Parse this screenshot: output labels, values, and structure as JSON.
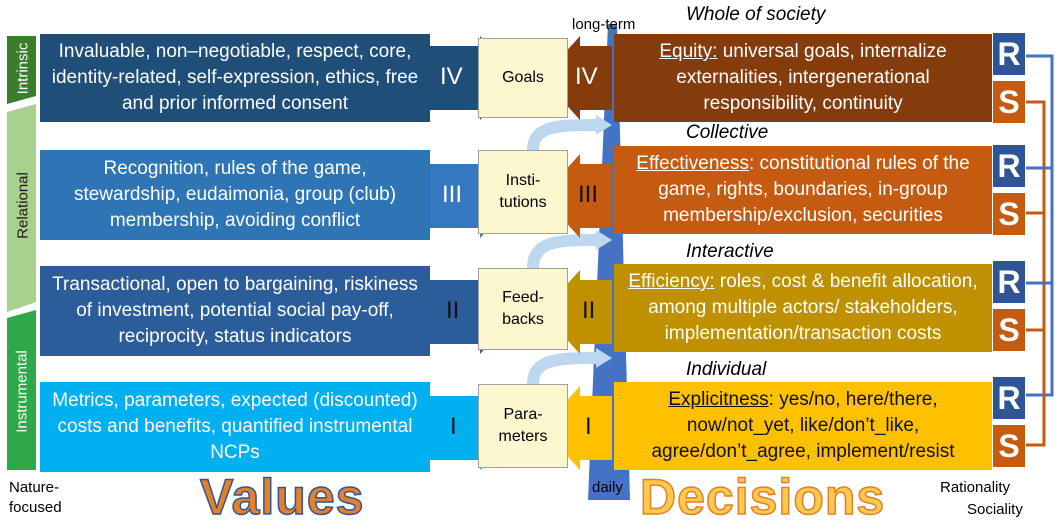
{
  "colors": {
    "intrinsic_tab": "#2f6f2f",
    "relational_tab": "#a9d18e",
    "instrumental_tab": "#1e9a3e",
    "value_1": "#0b6fa8",
    "value_2": "#2a5d9a",
    "value_3": "#3578c0",
    "value_4": "#1f4e79",
    "intermediate_fill": "#fcf7cf",
    "decision_1": "#ffb000",
    "decision_2": "#bf9000",
    "decision_3": "#c55a11",
    "decision_4": "#843c0c",
    "rationality": "#2f5597",
    "sociality": "#c55a11",
    "timeline": "#4472c4",
    "values_word": "#e3802a",
    "decisions_word": "#ffc94d"
  },
  "value_types": {
    "intrinsic": "Intrinsic",
    "relational": "Relational",
    "instrumental": "Instrumental"
  },
  "value_boxes": [
    {
      "id": "IV",
      "text": "Invaluable, non–negotiable, respect, core, identity-related, self-expression, ethics, free and prior informed consent"
    },
    {
      "id": "III",
      "text": "Recognition, rules of the game, stewardship, eudaimonia, group (club) membership, avoiding conflict"
    },
    {
      "id": "II",
      "text": "Transactional, open to bargaining, riskiness of investment, potential social pay-off, reciprocity, status indicators"
    },
    {
      "id": "I",
      "text": "Metrics, parameters, expected (discounted) costs and benefits, quantified instrumental NCPs"
    }
  ],
  "intermediate": [
    {
      "label": "Goals"
    },
    {
      "label": "Insti-\ntutions"
    },
    {
      "label": "Feed-\nbacks"
    },
    {
      "label": "Para-\nmeters"
    }
  ],
  "decision_levels": [
    {
      "id": "IV",
      "scale": "Whole of society",
      "head": "Equity:",
      "text": " universal goals, internalize externalities, intergenerational responsibility, continuity"
    },
    {
      "id": "III",
      "scale": "Collective",
      "head": "Effectiveness",
      "text": ": constitutional rules of the game, rights, boundaries, in-group membership/exclusion, securities"
    },
    {
      "id": "II",
      "scale": "Interactive",
      "head": "Efficiency:",
      "text": " roles, cost & benefit allocation, among multiple actors/ stakeholders, implementation/transaction costs"
    },
    {
      "id": "I",
      "scale": "Individual",
      "head": "Explicitness",
      "text": ": yes/no, here/there, now/not_yet, like/don’t_like, agree/don’t_agree, implement/resist"
    }
  ],
  "time_axis": {
    "top": "long-term",
    "bottom": "daily"
  },
  "rs": {
    "r": "R",
    "s": "S"
  },
  "footer": {
    "nature_focused": "Nature-\nfocused",
    "values": "Values",
    "decisions": "Decisions",
    "rationality": "Rationality",
    "sociality": "Sociality"
  }
}
